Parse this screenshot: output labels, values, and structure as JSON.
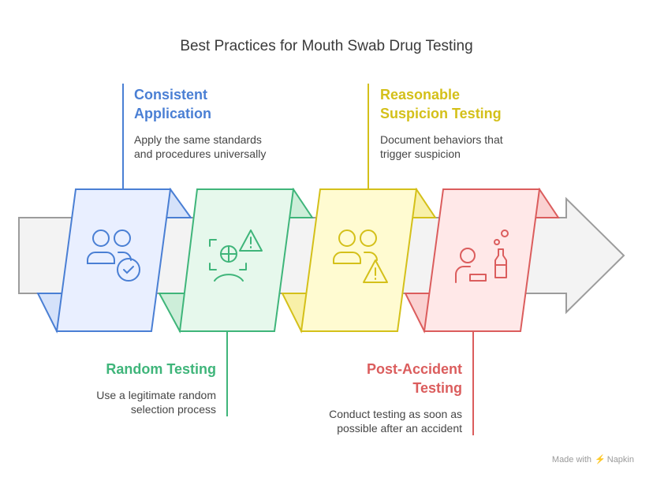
{
  "title": "Best Practices for Mouth Swab Drug Testing",
  "steps": [
    {
      "heading_line1": "Consistent",
      "heading_line2": "Application",
      "desc_line1": "Apply the same standards",
      "desc_line2": "and procedures universally",
      "icon": "users-check-icon",
      "color": "#4a7fd4",
      "fill": "#e9efff"
    },
    {
      "heading_line1": "Random Testing",
      "heading_line2": "",
      "desc_line1": "Use a legitimate random",
      "desc_line2": "selection process",
      "icon": "face-scan-alert-icon",
      "color": "#3fb57a",
      "fill": "#e6f8ec"
    },
    {
      "heading_line1": "Reasonable",
      "heading_line2": "Suspicion Testing",
      "desc_line1": "Document behaviors that",
      "desc_line2": "trigger suspicion",
      "icon": "users-alert-icon",
      "color": "#d4c01a",
      "fill": "#fffbd1"
    },
    {
      "heading_line1": "Post-Accident",
      "heading_line2": "Testing",
      "desc_line1": "Conduct testing as soon as",
      "desc_line2": "possible after an accident",
      "icon": "person-bottle-icon",
      "color": "#db5d5d",
      "fill": "#ffe8e8"
    }
  ],
  "footer": {
    "made_with": "Made with",
    "brand": "Napkin"
  }
}
